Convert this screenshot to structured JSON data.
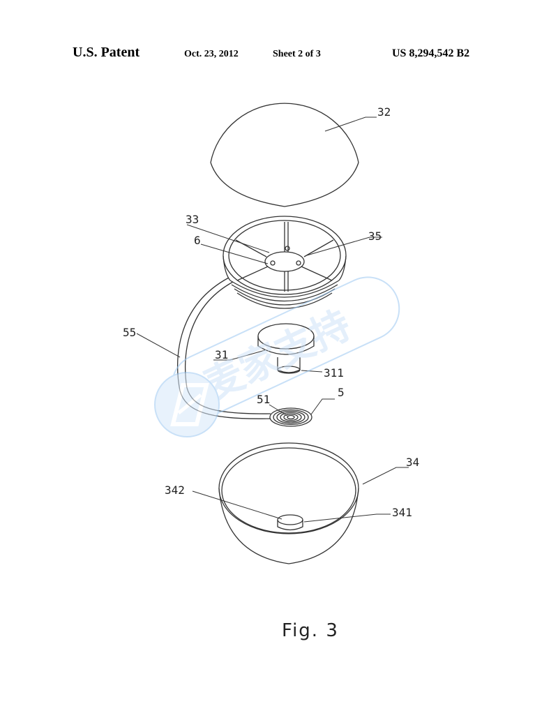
{
  "header": {
    "title": "U.S. Patent",
    "date": "Oct. 23, 2012",
    "sheet": "Sheet 2 of 3",
    "patent_number": "US 8,294,542 B2"
  },
  "figure": {
    "caption": "Fig. 3",
    "labels": {
      "l32": "32",
      "l33": "33",
      "l6": "6",
      "l35": "35",
      "l55": "55",
      "l31": "31",
      "l311": "311",
      "l51": "51",
      "l5": "5",
      "l34": "34",
      "l342": "342",
      "l341": "341"
    }
  },
  "watermark": {
    "text": "麦家支持",
    "color": "#9cc8f2"
  }
}
